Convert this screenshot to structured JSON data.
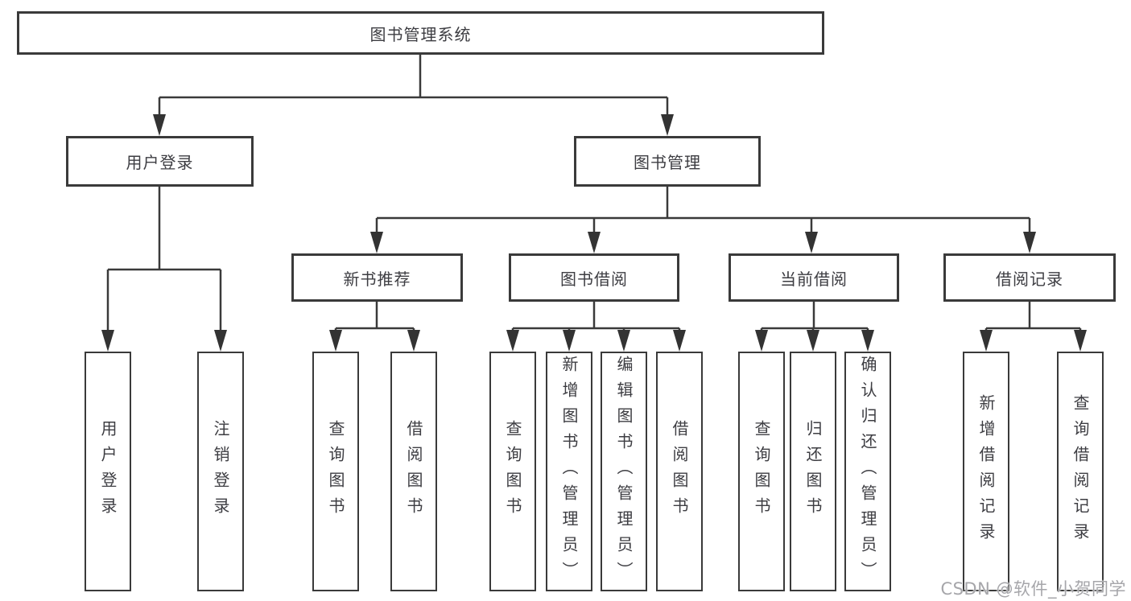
{
  "tree": {
    "label": "图书管理系统",
    "children": [
      {
        "label": "用户登录",
        "children": [
          {
            "label": "用户登录"
          },
          {
            "label": "注销登录"
          }
        ]
      },
      {
        "label": "图书管理",
        "children": [
          {
            "label": "新书推荐",
            "children": [
              {
                "label": "查询图书"
              },
              {
                "label": "借阅图书"
              }
            ]
          },
          {
            "label": "图书借阅",
            "children": [
              {
                "label": "查询图书"
              },
              {
                "label": "新增图书（管理员）"
              },
              {
                "label": "编辑图书（管理员）"
              },
              {
                "label": "借阅图书"
              }
            ]
          },
          {
            "label": "当前借阅",
            "children": [
              {
                "label": "查询图书"
              },
              {
                "label": "归还图书"
              },
              {
                "label": "确认归还（管理员）"
              }
            ]
          },
          {
            "label": "借阅记录",
            "children": [
              {
                "label": "新增借阅记录"
              },
              {
                "label": "查询借阅记录"
              }
            ]
          }
        ]
      }
    ]
  },
  "watermark": {
    "text": "CSDN @软件_小贺同学"
  },
  "colors": {
    "line": "#3a3a3a",
    "arrow": "#333333",
    "text": "#3d3d42",
    "background": "#ffffff",
    "watermark": "#a6a6aa"
  }
}
